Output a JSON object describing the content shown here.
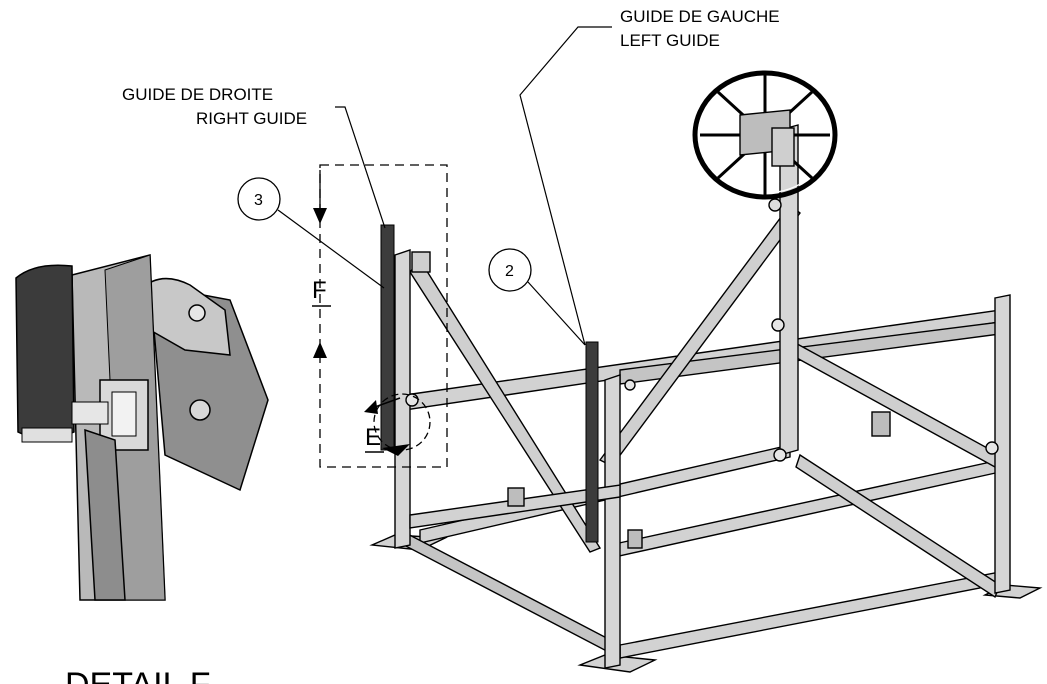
{
  "labels": {
    "left_guide_fr": "GUIDE DE GAUCHE",
    "left_guide_en": "LEFT GUIDE",
    "right_guide_fr": "GUIDE DE DROITE",
    "right_guide_en": "RIGHT GUIDE"
  },
  "callouts": {
    "item_3": "3",
    "item_2": "2"
  },
  "view_labels": {
    "section_f": "F",
    "detail_e": "E"
  },
  "detail_title": "DETAIL F",
  "colors": {
    "frame": "#d2d2d2",
    "frame_dark": "#9a9a9a",
    "guide": "#3c3c3c",
    "line": "#000000"
  }
}
